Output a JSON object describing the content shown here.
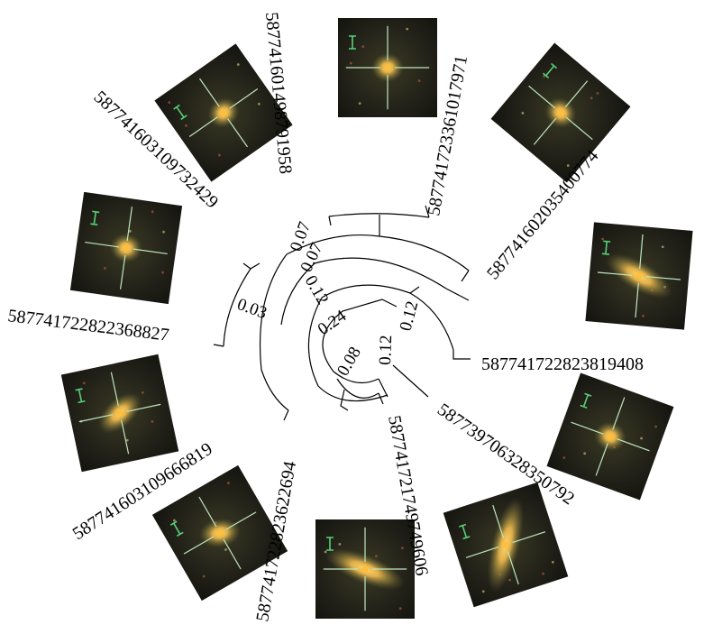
{
  "tree": {
    "leaves": [
      {
        "id": "587741601498791958"
      },
      {
        "id": "587741723361017971"
      },
      {
        "id": "587741602035400774"
      },
      {
        "id": "587741722823819408"
      },
      {
        "id": "587739706328350792"
      },
      {
        "id": "587741721749749606"
      },
      {
        "id": "587741722823622694"
      },
      {
        "id": "587741603109666819"
      },
      {
        "id": "587741722822368827"
      },
      {
        "id": "587741603109732429"
      }
    ],
    "branch_labels": [
      "0.07",
      "0.07",
      "0.12",
      "0.12",
      "0.03",
      "0.24",
      "0.08",
      "0.12"
    ]
  }
}
